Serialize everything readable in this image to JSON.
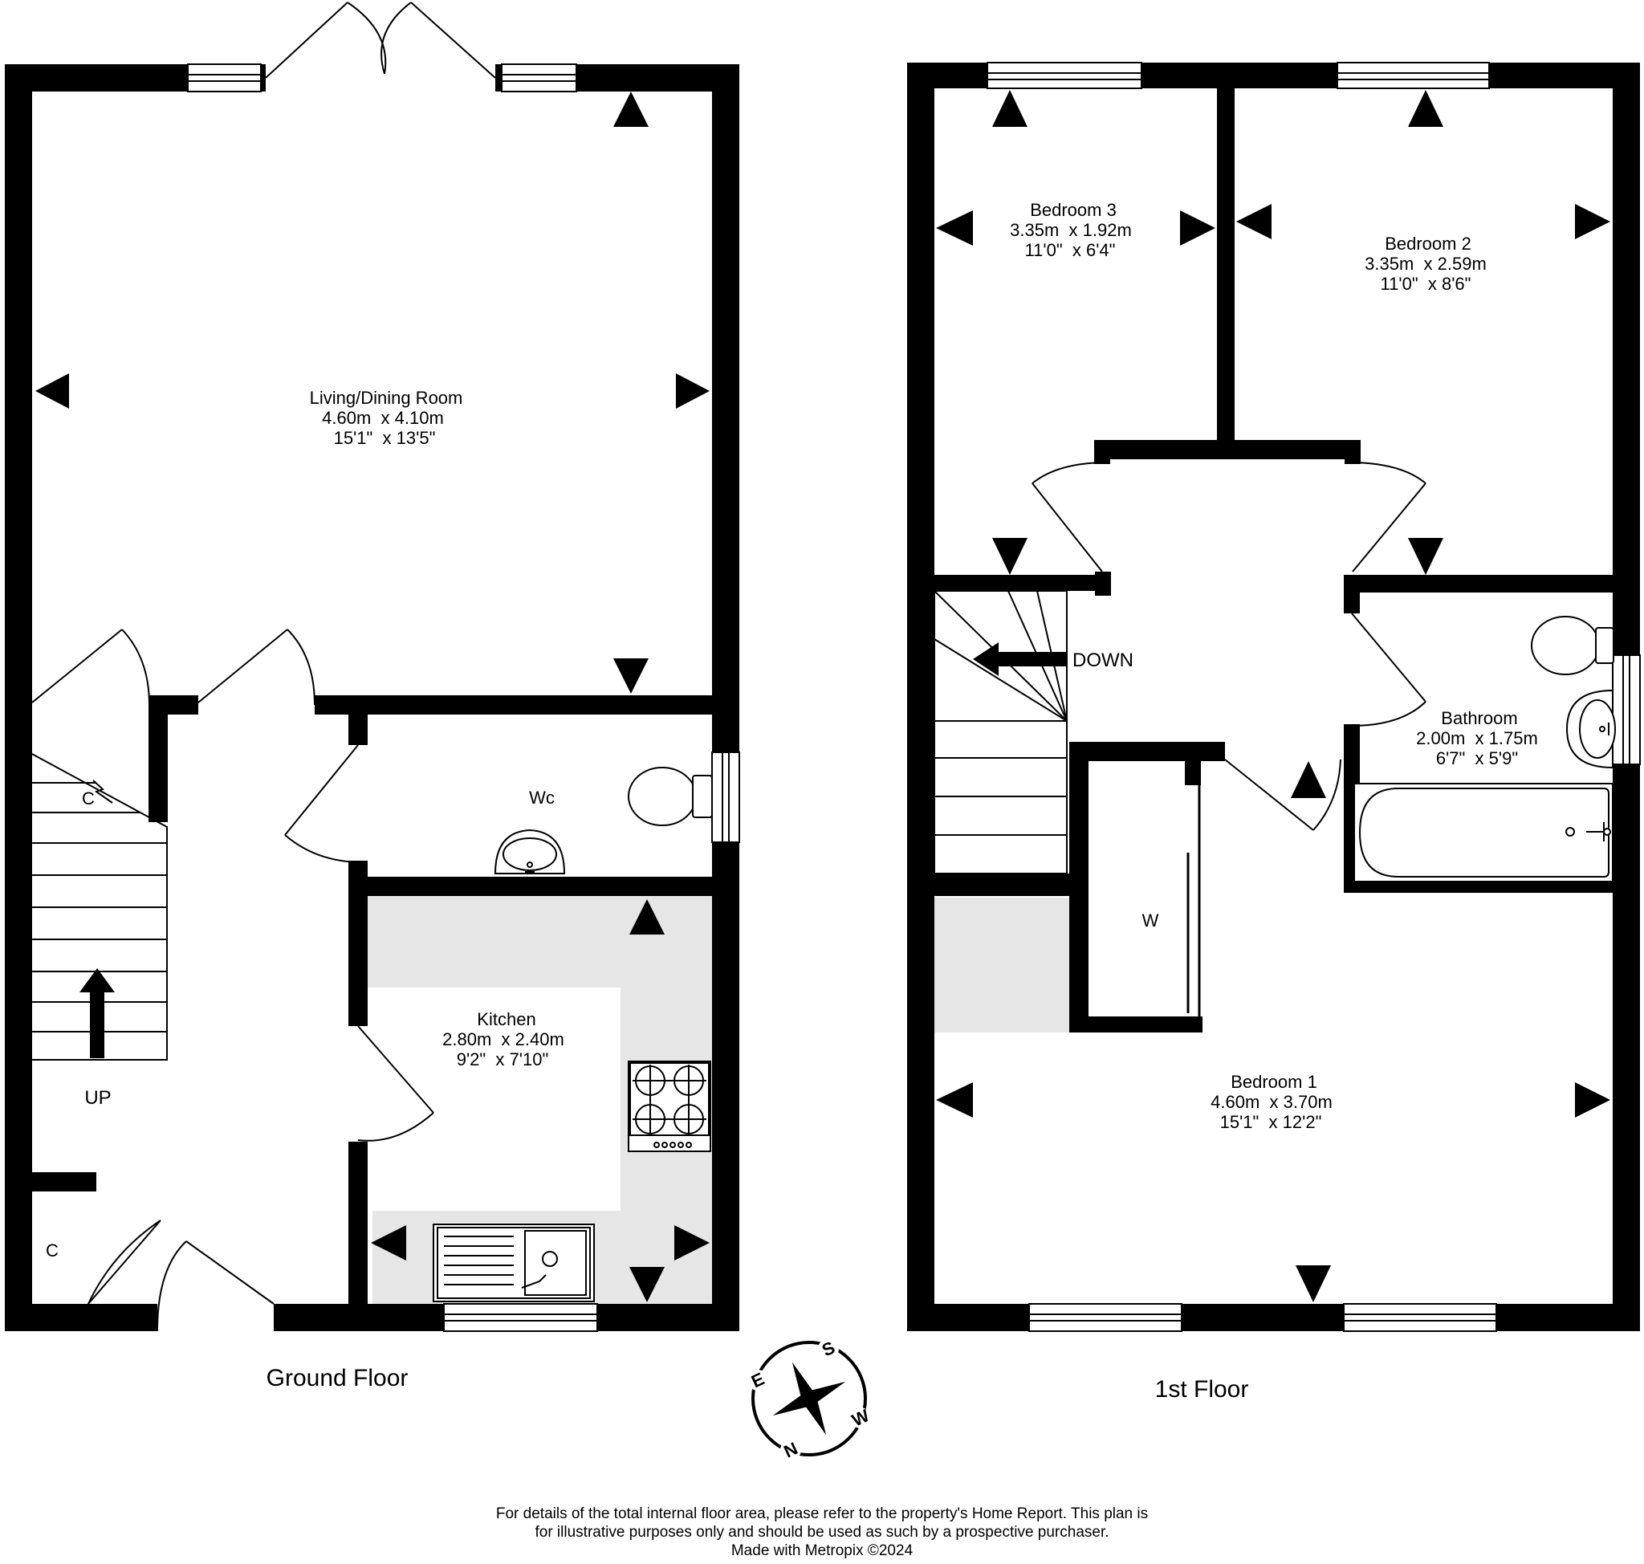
{
  "floors": [
    {
      "name": "Ground Floor"
    },
    {
      "name": "1st Floor"
    }
  ],
  "rooms": {
    "living": {
      "name": "Living/Dining Room",
      "metric": "4.60m  x 4.10m",
      "imperial": "15'1\"  x 13'5\""
    },
    "wc": {
      "name": "Wc"
    },
    "kitchen": {
      "name": "Kitchen",
      "metric": "2.80m  x 2.40m",
      "imperial": "9'2\"  x 7'10\""
    },
    "bed3": {
      "name": "Bedroom 3",
      "metric": "3.35m  x 1.92m",
      "imperial": "11'0\"  x 6'4\""
    },
    "bed2": {
      "name": "Bedroom 2",
      "metric": "3.35m  x 2.59m",
      "imperial": "11'0\"  x 8'6\""
    },
    "bath": {
      "name": "Bathroom",
      "metric": "2.00m  x 1.75m",
      "imperial": "6'7\"  x 5'9\""
    },
    "bed1": {
      "name": "Bedroom 1",
      "metric": "4.60m  x 3.70m",
      "imperial": "15'1\"  x 12'2\""
    }
  },
  "labels": {
    "cupboard": "C",
    "wardrobe": "W",
    "stairs_up": "UP",
    "stairs_down": "DOWN"
  },
  "compass": {
    "n": "N",
    "e": "E",
    "s": "S",
    "w": "W"
  },
  "disclaimer": {
    "line1": "For details of the total internal floor area, please refer to the property's Home Report. This plan is",
    "line2": "for illustrative purposes only and should be used as such by a prospective purchaser.",
    "line3": "Made with Metropix ©2024"
  }
}
